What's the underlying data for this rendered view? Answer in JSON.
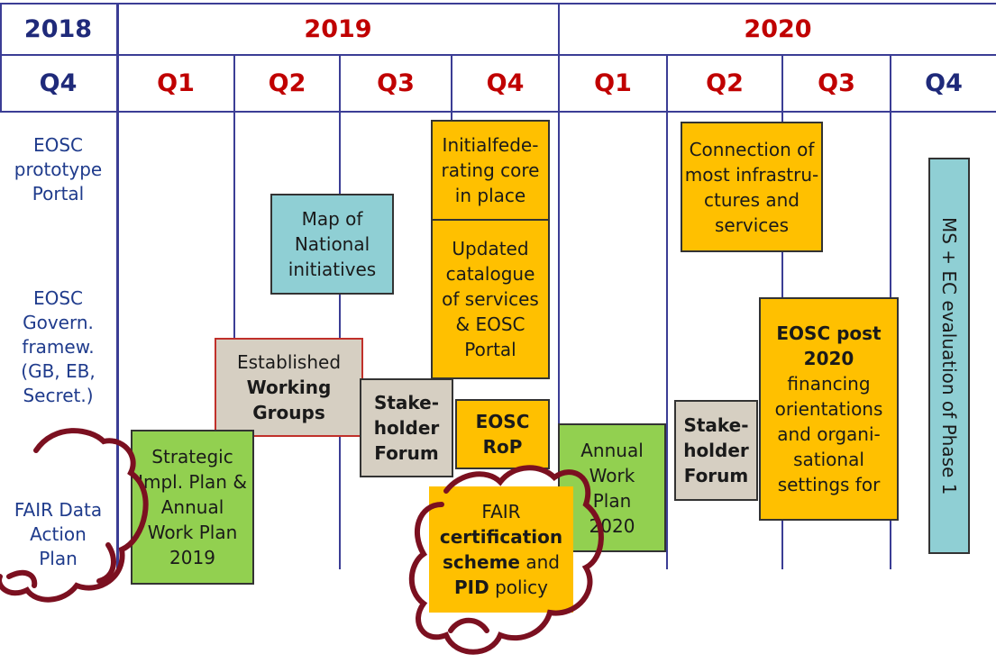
{
  "header": {
    "years": [
      "2018",
      "2019",
      "2020"
    ],
    "quarters": [
      "Q4",
      "Q1",
      "Q2",
      "Q3",
      "Q4",
      "Q1",
      "Q2",
      "Q3",
      "Q4"
    ]
  },
  "row_labels": {
    "portal": [
      "EOSC",
      "prototype",
      "Portal"
    ],
    "governance": [
      "EOSC",
      "Govern.",
      "framew.",
      "(GB, EB,",
      "Secret.)"
    ],
    "fair": [
      "FAIR Data",
      "Action",
      "Plan"
    ]
  },
  "boxes": {
    "initial_federating": [
      "Initialfede-",
      "rating core",
      "in place"
    ],
    "updated_catalogue": [
      "Updated",
      "catalogue",
      "of services",
      "& EOSC",
      "Portal"
    ],
    "map_national": [
      "Map of",
      "National",
      "initiatives"
    ],
    "connection": [
      "Connection of",
      "most infrastru-",
      "ctures and",
      "services"
    ],
    "ms_ec_evaluation": "MS + EC evaluation of Phase 1",
    "established_wg": [
      "Established",
      "Working",
      "Groups"
    ],
    "stakeholder_forum_1": [
      "Stake-",
      "holder",
      "Forum"
    ],
    "eosc_rop": [
      "EOSC",
      "RoP"
    ],
    "strategic_plan": [
      "Strategic",
      "Impl. Plan &",
      "Annual",
      "Work Plan",
      "2019"
    ],
    "annual_work_plan_2020": [
      "Annual",
      "Work",
      "Plan",
      "2020"
    ],
    "stakeholder_forum_2": [
      "Stake-",
      "holder",
      "Forum"
    ],
    "eosc_post_2020": [
      "EOSC post",
      "2020",
      "financing",
      "orientations",
      "and organi-",
      "sational",
      "settings for"
    ],
    "fair_certification": [
      "FAIR",
      "certification",
      "scheme",
      "and",
      "PID",
      "policy"
    ]
  },
  "colors": {
    "orange": "#ffc000",
    "green": "#92d050",
    "teal": "#8fcfd4",
    "tan": "#d6cfc2",
    "year_2018": "#1f2a7a",
    "year_red": "#c00000",
    "cloud_outline": "#7b1020",
    "grid": "#3b3d95"
  }
}
